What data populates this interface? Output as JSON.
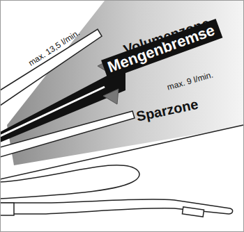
{
  "diagram": {
    "nodes": [
      {
        "text": [
          "Mengenbremse"
        ]
      }
    ],
    "labels": [
      "max. 13,5 l/min.",
      "Volumenzone",
      "max. 9 l/min.",
      "Sparzone"
    ]
  }
}
